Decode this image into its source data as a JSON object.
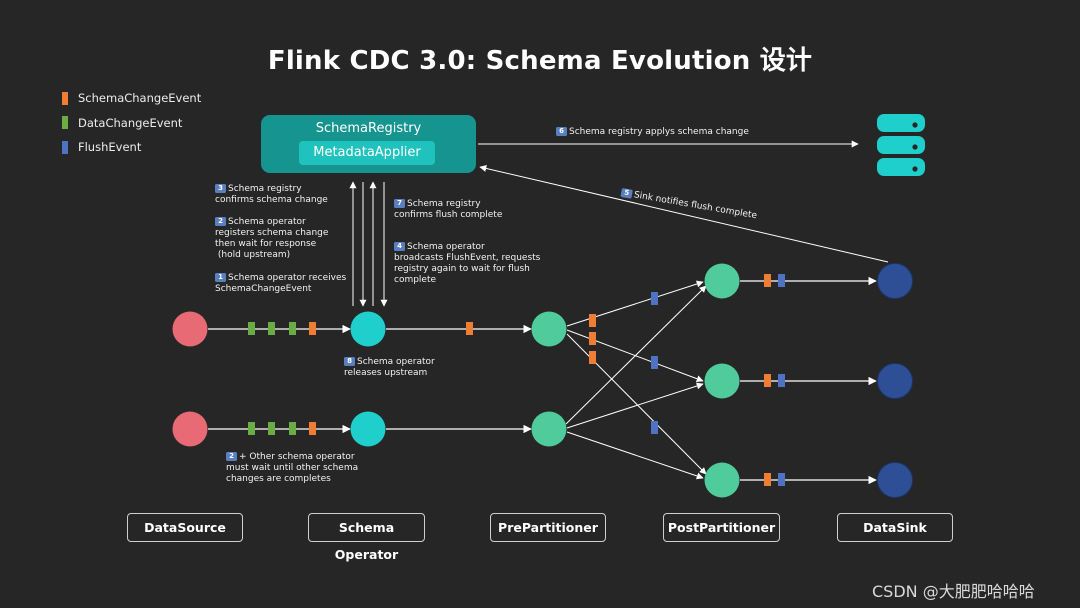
{
  "title": "Flink CDC 3.0: Schema Evolution 设计",
  "legend": [
    {
      "label": "SchemaChangeEvent",
      "color": "#ef7d33"
    },
    {
      "label": "DataChangeEvent",
      "color": "#6aad45"
    },
    {
      "label": "FlushEvent",
      "color": "#4f72c3"
    }
  ],
  "registry": {
    "title": "SchemaRegistry",
    "applier": "MetadataApplier",
    "color": "#16948f",
    "applier_color": "#20c2bd"
  },
  "notes": {
    "n1": {
      "num": "1",
      "lines": [
        "Schema operator receives",
        "SchemaChangeEvent"
      ]
    },
    "n2": {
      "num": "2",
      "lines": [
        "Schema operator",
        "registers schema change",
        "then wait for response",
        " (hold upstream)"
      ]
    },
    "n3": {
      "num": "3",
      "lines": [
        "Schema registry",
        "confirms schema change"
      ]
    },
    "n4": {
      "num": "4",
      "lines": [
        "Schema operator",
        "broadcasts FlushEvent, requests",
        "registry again to wait for flush",
        "complete"
      ]
    },
    "n5": {
      "num": "5",
      "lines": [
        "Sink notifies flush complete"
      ]
    },
    "n6": {
      "num": "6",
      "lines": [
        "Schema registry applys schema change"
      ]
    },
    "n7": {
      "num": "7",
      "lines": [
        "Schema registry",
        "confirms flush complete"
      ]
    },
    "n8": {
      "num": "8",
      "lines": [
        "Schema operator",
        "releases upstream"
      ]
    },
    "n2plus": {
      "num": "2",
      "suffix": "+",
      "lines": [
        "Other schema operator",
        "must wait until other schema",
        "changes are completes"
      ]
    }
  },
  "stages": [
    "DataSource",
    "Schema Operator",
    "PrePartitioner",
    "PostPartitioner",
    "DataSink"
  ],
  "node_colors": {
    "source": "#e86a75",
    "schema_operator": "#1fcfcb",
    "partitioner": "#4fcb9c",
    "sink": "#2e4f96",
    "database": "#1fcfcb"
  },
  "watermark": "CSDN @大肥肥哈哈哈"
}
